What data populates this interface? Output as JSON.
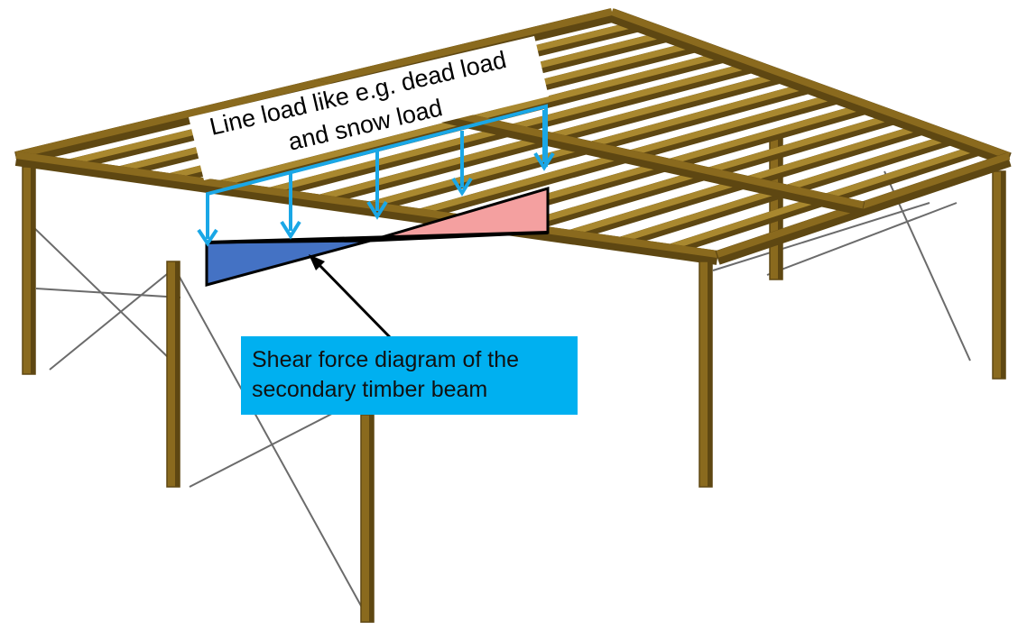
{
  "labels": {
    "line_load_line1": "Line load like e.g. dead load",
    "line_load_line2": "and snow load",
    "shear_line1": "Shear force diagram of the",
    "shear_line2": "secondary timber beam"
  },
  "colors": {
    "timber": "#8a6a1e",
    "timber_light": "#a9882f",
    "timber_dark": "#5e4712",
    "load_arrow": "#1aa7e6",
    "shear_positive": "#4472c4",
    "shear_negative": "#f4a0a0",
    "callout_bg": "#00b0f0",
    "bracing": "#6b6b6b"
  },
  "icons": {
    "structure": "timber-frame-structure",
    "load": "distributed-load-arrows",
    "pointer": "callout-arrow"
  }
}
